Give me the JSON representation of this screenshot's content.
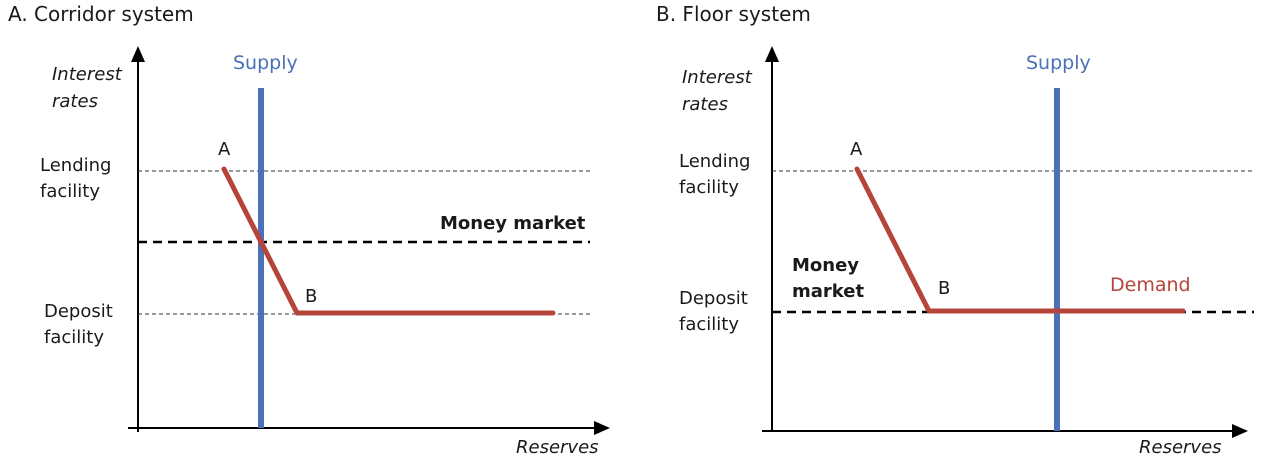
{
  "panels": [
    {
      "title": "A. Corridor system",
      "y_axis_label": [
        "Interest",
        "rates"
      ],
      "x_axis_label": "Reserves",
      "lending_label": [
        "Lending",
        "facility"
      ],
      "deposit_label": [
        "Deposit",
        "facility"
      ],
      "money_market_label": "Money market",
      "supply_label": "Supply",
      "point_a": "A",
      "point_b": "B"
    },
    {
      "title": "B. Floor system",
      "y_axis_label": [
        "Interest",
        "rates"
      ],
      "x_axis_label": "Reserves",
      "lending_label": [
        "Lending",
        "facility"
      ],
      "deposit_label": [
        "Deposit",
        "facility"
      ],
      "money_market_label": [
        "Money",
        "market"
      ],
      "supply_label": "Supply",
      "demand_label": "Demand",
      "point_a": "A",
      "point_b": "B"
    }
  ],
  "colors": {
    "supply": "#4a72b8",
    "demand": "#b5453a",
    "axis": "#000000",
    "reference_line": "#333333"
  }
}
